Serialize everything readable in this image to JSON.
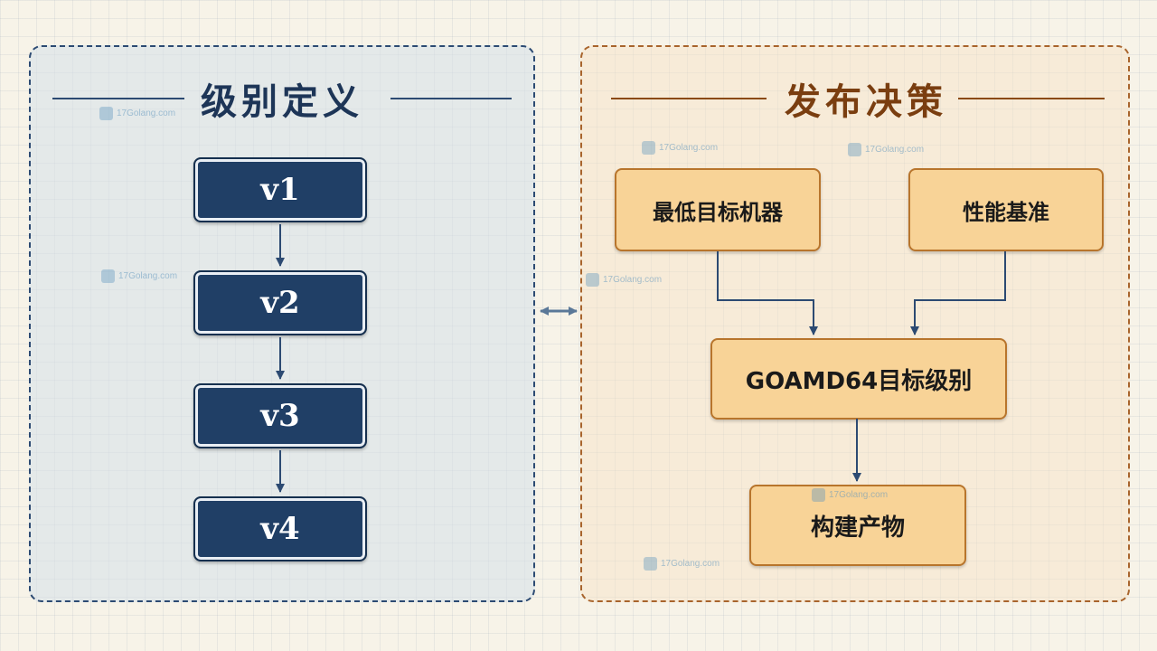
{
  "left_panel": {
    "title": "级别定义",
    "levels": [
      "v1",
      "v2",
      "v3",
      "v4"
    ]
  },
  "right_panel": {
    "title": "发布决策",
    "input_a": "最低目标机器",
    "input_b": "性能基准",
    "decision": "GOAMD64目标级别",
    "output": "构建产物"
  },
  "watermark": "17Golang.com",
  "colors": {
    "navy": "#203f66",
    "orange_fill": "#f8d397",
    "orange_border": "#b8752c",
    "connector": "#2c4a72"
  }
}
